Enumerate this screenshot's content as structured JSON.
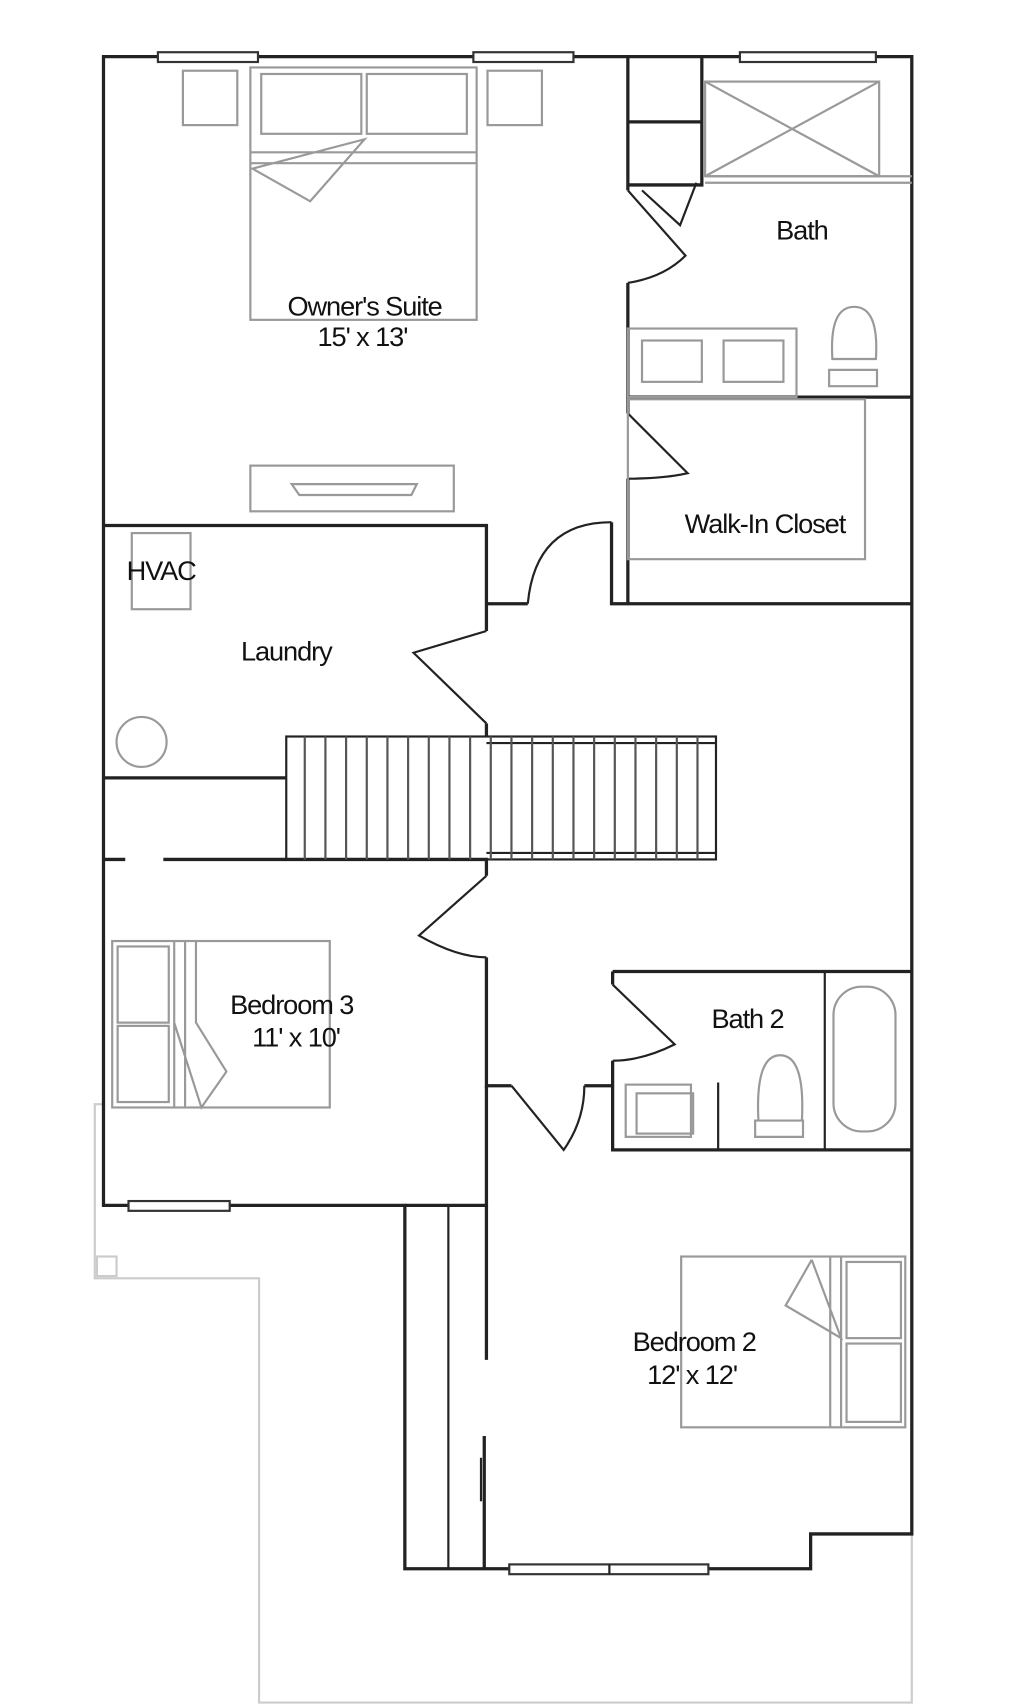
{
  "rooms": {
    "owners_suite": {
      "name": "Owner's Suite",
      "dims": "15' x 13'"
    },
    "bath": {
      "name": "Bath"
    },
    "walk_in_closet": {
      "name": "Walk-In Closet"
    },
    "hvac": {
      "name": "HVAC"
    },
    "laundry": {
      "name": "Laundry"
    },
    "bedroom3": {
      "name": "Bedroom 3",
      "dims": "11' x 10'"
    },
    "bath2": {
      "name": "Bath 2"
    },
    "bedroom2": {
      "name": "Bedroom 2",
      "dims": "12' x 12'"
    }
  }
}
